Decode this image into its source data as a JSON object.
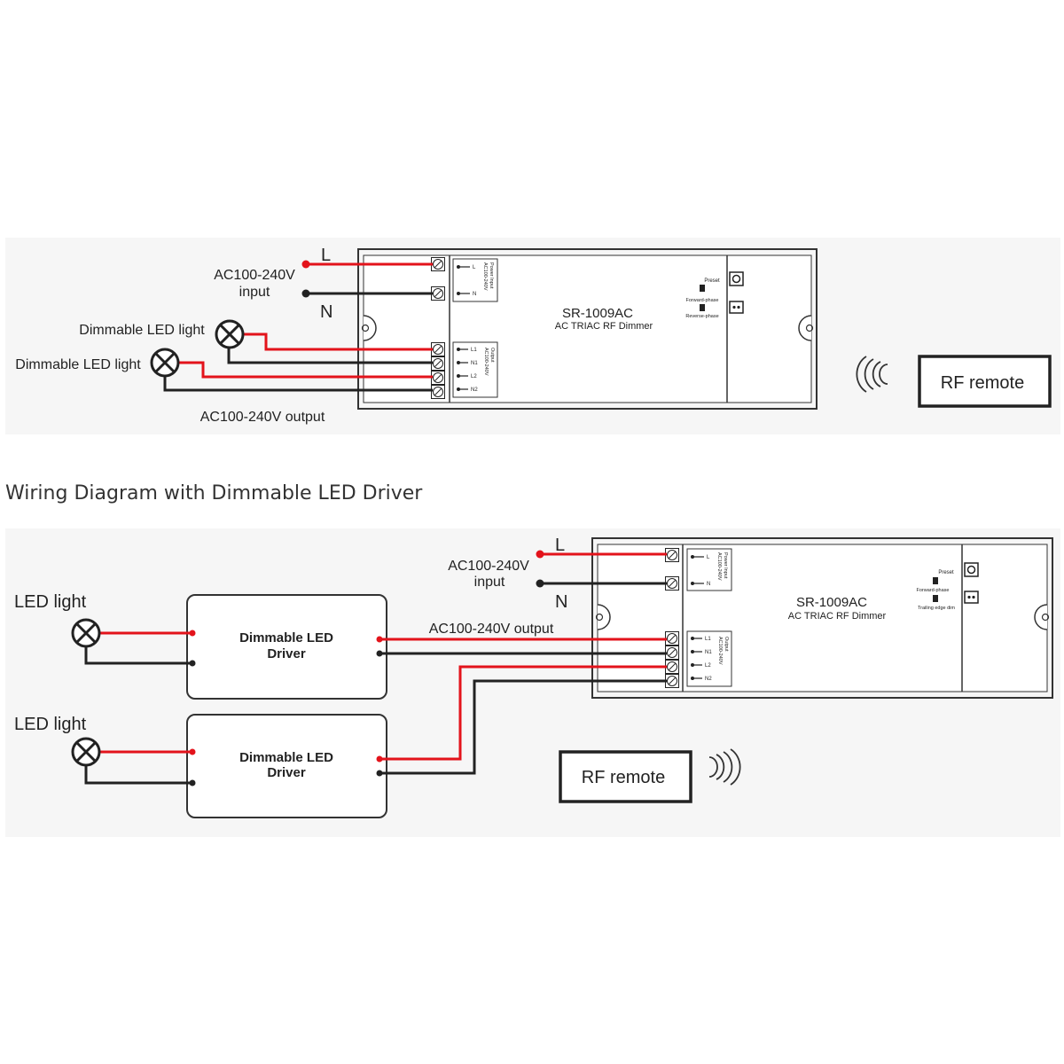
{
  "section_heading": "Wiring Diagram with Dimmable LED Driver",
  "colors": {
    "live_wire": "#e3131b",
    "neutral_wire": "#222222",
    "panel_bg": "#f6f6f6",
    "device_outline": "#333333"
  },
  "diagram1": {
    "L": "L",
    "N": "N",
    "input_line1": "AC100-240V",
    "input_line2": "input",
    "light1": "Dimmable LED light",
    "light2": "Dimmable LED light",
    "output": "AC100-240V output",
    "remote": "RF remote",
    "device": {
      "model": "SR-1009AC",
      "subtitle": "AC TRIAC RF Dimmer",
      "preset": "Preset",
      "forward": "Forward-phase",
      "reverse": "Reverse-phase",
      "input_block_t1": "Power Input",
      "input_block_t2": "AC100-240V",
      "output_block_t1": "Output",
      "output_block_t2": "AC100-240V",
      "in_pins": [
        "L",
        "N"
      ],
      "out_pins": [
        "L1",
        "N1",
        "L2",
        "N2"
      ]
    }
  },
  "diagram2": {
    "L": "L",
    "N": "N",
    "input_line1": "AC100-240V",
    "input_line2": "input",
    "led1": "LED light",
    "led2": "LED light",
    "driver1_line1": "Dimmable LED",
    "driver1_line2": "Driver",
    "driver2_line1": "Dimmable LED",
    "driver2_line2": "Driver",
    "output": "AC100-240V output",
    "remote": "RF remote",
    "device": {
      "model": "SR-1009AC",
      "subtitle": "AC TRIAC RF Dimmer",
      "preset": "Preset",
      "forward": "Forward-phase",
      "trailing": "Trailing edge dim",
      "input_block_t1": "Power Input",
      "input_block_t2": "AC100-240V",
      "output_block_t1": "Output",
      "output_block_t2": "AC100-240V",
      "in_pins": [
        "L",
        "N"
      ],
      "out_pins": [
        "L1",
        "N1",
        "L2",
        "N2"
      ]
    }
  }
}
